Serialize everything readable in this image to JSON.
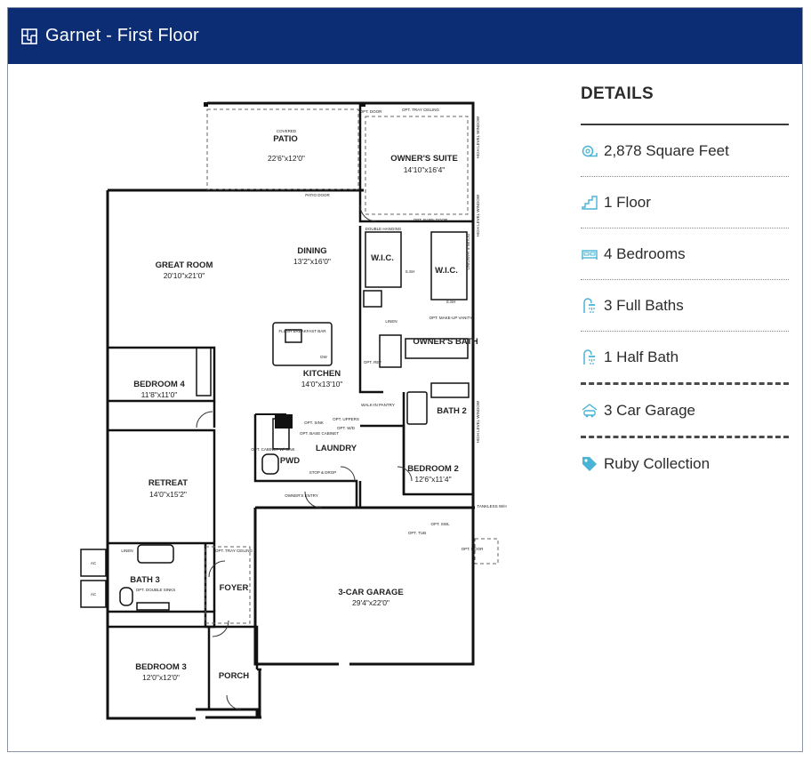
{
  "header": {
    "title": "Garnet - First Floor",
    "icon": "floorplan-icon"
  },
  "details": {
    "heading": "DETAILS",
    "items": [
      {
        "label": "2,878 Square Feet",
        "icon": "measuring-tape-icon"
      },
      {
        "label": "1 Floor",
        "icon": "stairs-icon"
      },
      {
        "label": "4 Bedrooms",
        "icon": "bed-icon"
      },
      {
        "label": "3 Full Baths",
        "icon": "shower-icon"
      },
      {
        "label": "1 Half Bath",
        "icon": "shower-icon"
      },
      {
        "label": "3 Car Garage",
        "icon": "car-icon"
      },
      {
        "label": "Ruby Collection",
        "icon": "tag-icon"
      }
    ],
    "accent": "#4ab3d6"
  },
  "plan": {
    "rooms": [
      {
        "id": "patio",
        "name": "PATIO",
        "dims": "22'6\"x12'0\"",
        "note": "COVERED"
      },
      {
        "id": "owners-suite",
        "name": "OWNER'S SUITE",
        "dims": "14'10\"x16'4\""
      },
      {
        "id": "great-room",
        "name": "GREAT ROOM",
        "dims": "20'10\"x21'0\""
      },
      {
        "id": "dining",
        "name": "DINING",
        "dims": "13'2\"x16'0\""
      },
      {
        "id": "wic-1",
        "name": "W.I.C."
      },
      {
        "id": "wic-2",
        "name": "W.I.C."
      },
      {
        "id": "owners-bath",
        "name": "OWNER'S BATH"
      },
      {
        "id": "kitchen",
        "name": "KITCHEN",
        "dims": "14'0\"x13'10\""
      },
      {
        "id": "bedroom-4",
        "name": "BEDROOM 4",
        "dims": "11'8\"x11'0\""
      },
      {
        "id": "bath-2",
        "name": "BATH 2"
      },
      {
        "id": "laundry",
        "name": "LAUNDRY"
      },
      {
        "id": "pwd",
        "name": "PWD"
      },
      {
        "id": "retreat",
        "name": "RETREAT",
        "dims": "14'0\"x15'2\""
      },
      {
        "id": "bedroom-2",
        "name": "BEDROOM 2",
        "dims": "12'6\"x11'4\""
      },
      {
        "id": "bath-3",
        "name": "BATH 3"
      },
      {
        "id": "foyer",
        "name": "FOYER"
      },
      {
        "id": "garage",
        "name": "3-CAR GARAGE",
        "dims": "29'4\"x22'0\""
      },
      {
        "id": "bedroom-3",
        "name": "BEDROOM 3",
        "dims": "12'0\"x12'0\""
      },
      {
        "id": "porch",
        "name": "PORCH"
      }
    ],
    "notes": {
      "patio_door": "PATIO DOOR",
      "opt_tray_ceiling_1": "OPT. TRAY CEILING",
      "opt_tray_ceiling_2": "OPT. TRAY CEILING",
      "opt_door": "OPT. DOOR",
      "opt_barn_door": "OPT. BARN DOOR",
      "double_hanging_1": "DOUBLE HANGING",
      "double_hanging_2": "DOUBLE HANGING",
      "flush_breakfast_bar": "FLUSH BREAKFAST BAR",
      "dw": "DW",
      "opt_make_up_vanity": "OPT. MAKE-UP VANITY",
      "walk_in_pantry": "WALK-IN PANTRY",
      "opt_ref": "OPT. REF",
      "linen_1": "LINEN",
      "linen_2": "LINEN",
      "opt_uppers": "OPT. UPPERS",
      "opt_sink": "OPT. SINK",
      "opt_wrd": "OPT. W/D",
      "opt_base_cabinet": "OPT. BASE CABINET",
      "opt_cabinet_sink": "OPT. CABINET W/ SINK",
      "stop_drop": "STOP & DROP",
      "owners_entry": "OWNER'S ENTRY",
      "tankless_wh": "TANKLESS W/H",
      "opt_tub": "OPT. TUB",
      "opt_swl": "OPT. SWL",
      "opt_double_sinks": "OPT. DOUBLE SINKS",
      "opt_door_garage": "OPT. DOOR",
      "ac_1": "AC",
      "ac_2": "AC",
      "high_level_window_1": "HIGH LEVEL WINDOW",
      "high_level_window_2": "HIGH LEVEL WINDOW",
      "high_level_window_3": "HIGH LEVEL WINDOW",
      "sh_1": "S.SH",
      "sh_2": "S.SH"
    }
  }
}
